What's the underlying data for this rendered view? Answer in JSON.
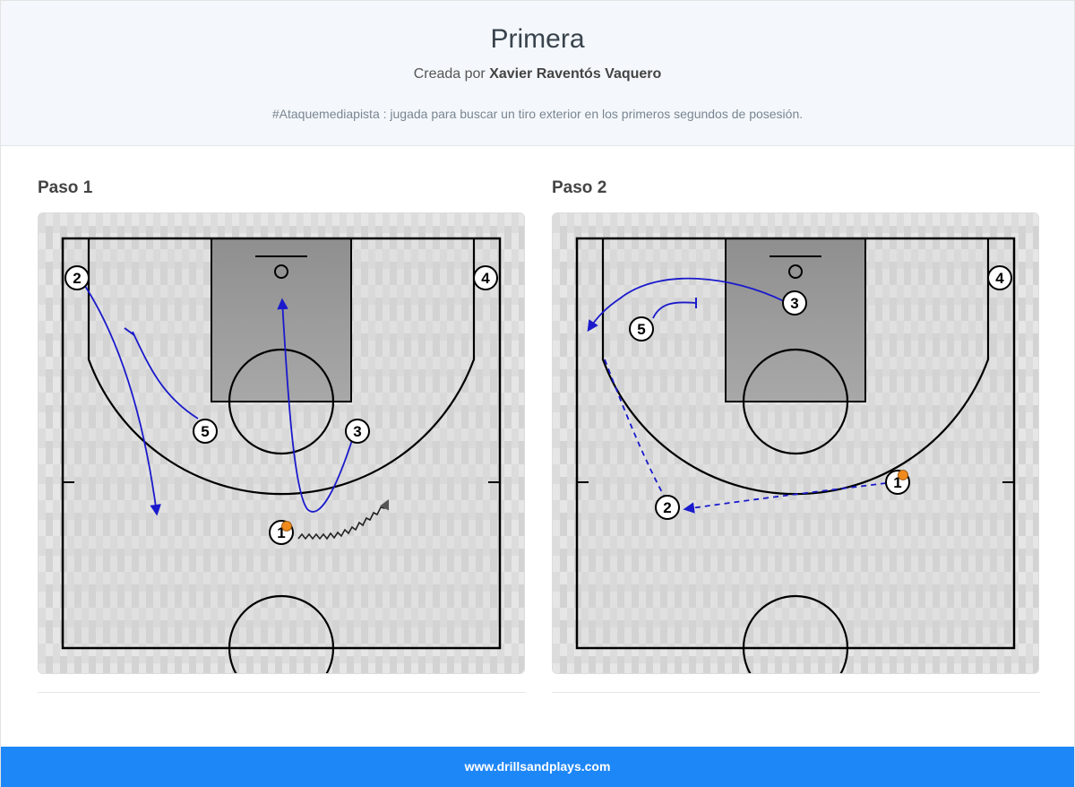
{
  "header": {
    "title": "Primera",
    "author_prefix": "Creada por",
    "author_name": "Xavier Raventós Vaquero",
    "description": "#Ataquemediapista : jugada para buscar un tiro exterior en los primeros segundos de posesión."
  },
  "steps": [
    {
      "label": "Paso 1",
      "players": [
        {
          "n": "2"
        },
        {
          "n": "4"
        },
        {
          "n": "5"
        },
        {
          "n": "3"
        },
        {
          "n": "1",
          "ball": true
        }
      ]
    },
    {
      "label": "Paso 2",
      "players": [
        {
          "n": "4"
        },
        {
          "n": "3"
        },
        {
          "n": "5"
        },
        {
          "n": "2"
        },
        {
          "n": "1",
          "ball": true
        }
      ]
    }
  ],
  "colors": {
    "movement": "#1a1acc",
    "dribble": "#333333",
    "ball": "#f08a1c",
    "footer": "#1e87f7"
  },
  "footer": {
    "site": "www.drillsandplays.com"
  }
}
